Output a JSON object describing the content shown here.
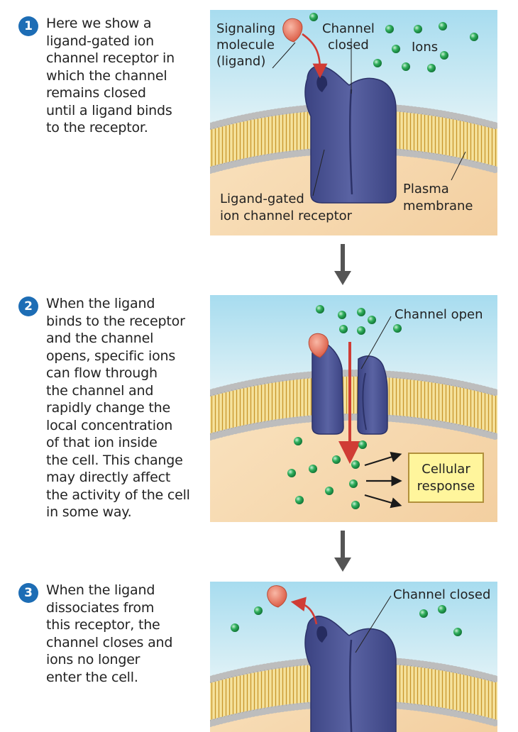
{
  "steps": [
    {
      "number": "1",
      "text": "Here we show a\nligand-gated ion\nchannel receptor in\nwhich the channel\nremains closed\nuntil a ligand binds\nto the receptor."
    },
    {
      "number": "2",
      "text": "When the ligand\nbinds to the receptor\nand the channel\nopens, specific ions\ncan flow through\nthe channel and\nrapidly change the\nlocal concentration\nof that ion inside\nthe cell. This change\nmay directly affect\nthe activity of the cell\nin some way."
    },
    {
      "number": "3",
      "text": "When the ligand\ndissociates from\nthis receptor, the\nchannel closes and\nions no longer\nenter the cell."
    }
  ],
  "panel1": {
    "signaling_line1": "Signaling",
    "signaling_line2": "molecule",
    "signaling_line3": "(ligand)",
    "channel_line1": "Channel",
    "channel_line2": "closed",
    "ions": "Ions",
    "receptor_line1": "Ligand-gated",
    "receptor_line2": "ion channel receptor",
    "membrane_line1": "Plasma",
    "membrane_line2": "membrane"
  },
  "panel2": {
    "channel_open": "Channel open",
    "response": "Cellular\nresponse"
  },
  "panel3": {
    "channel_closed": "Channel closed"
  },
  "colors": {
    "sky": "#aadff0",
    "cytoplasm": "#f7dcb0",
    "membrane_head": "#d9d9d9",
    "membrane_tail": "#e0b64c",
    "receptor": "#4a5393",
    "ligand": "#ec7b64",
    "ion": "#1c9a4a",
    "arrow_red": "#d03c35",
    "badge": "#1d6db5"
  }
}
